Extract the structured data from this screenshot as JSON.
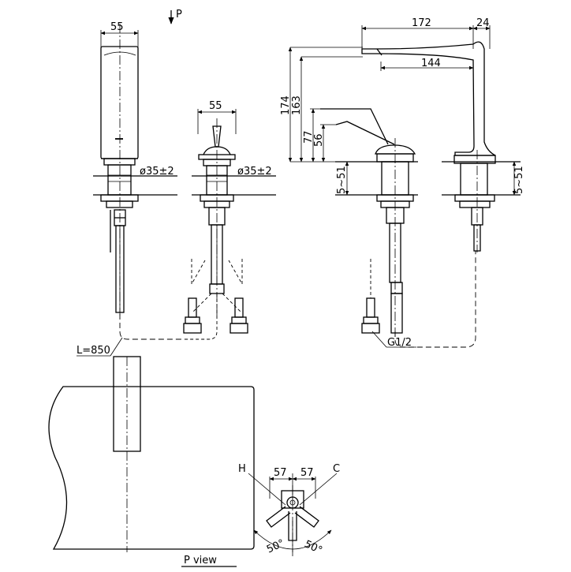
{
  "dimensions": {
    "left_spout_width": "55",
    "left_spout_dia": "ø35±2",
    "handle_width": "55",
    "handle_dia": "ø35±2",
    "spout_reach": "172",
    "spout_offset": "24",
    "spout_reach_inner": "144",
    "spout_height": "174",
    "spout_height_inner": "163",
    "handle_height": "77",
    "handle_height_inner": "56",
    "deck_thickness_a": "5~51",
    "deck_thickness_b": "5~51",
    "hose_length": "L=850",
    "thread": "G1/2",
    "plan_left": "57",
    "plan_right": "57",
    "angle_left": "50°",
    "angle_right": "50°"
  },
  "labels": {
    "view_arrow": "P",
    "hot": "H",
    "cold": "C",
    "view_title": "P view"
  }
}
